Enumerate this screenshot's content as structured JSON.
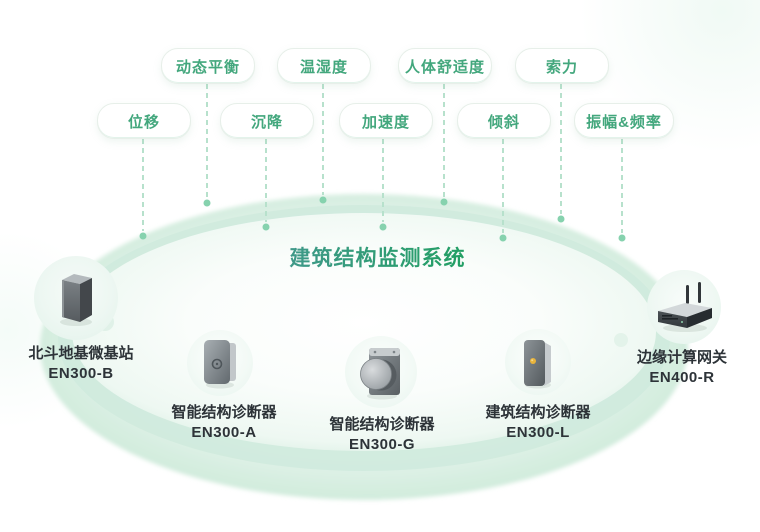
{
  "title": "建筑结构监测系统",
  "sensor_tags": {
    "row1": [
      "动态平衡",
      "温湿度",
      "人体舒适度",
      "索力"
    ],
    "row2": [
      "位移",
      "沉降",
      "加速度",
      "倾斜",
      "振幅&频率"
    ]
  },
  "devices": [
    {
      "name": "北斗地基微基站",
      "model": "EN300-B",
      "icon": "beidou-base-station-icon"
    },
    {
      "name": "智能结构诊断器",
      "model": "EN300-A",
      "icon": "structure-diagnoser-a-icon"
    },
    {
      "name": "智能结构诊断器",
      "model": "EN300-G",
      "icon": "structure-diagnoser-disc-icon"
    },
    {
      "name": "建筑结构诊断器",
      "model": "EN300-L",
      "icon": "building-diagnoser-icon"
    },
    {
      "name": "边缘计算网关",
      "model": "EN400-R",
      "icon": "edge-gateway-router-icon"
    }
  ],
  "colors": {
    "pill_text": "#43a77d",
    "title_gradient_start": "#43988e",
    "title_gradient_end": "#1fa05f",
    "connector_line": "#b7e1cc",
    "connector_dot": "#86d2ae",
    "label_text": "#2d3338",
    "platform_mint": "#d2ecdd"
  }
}
